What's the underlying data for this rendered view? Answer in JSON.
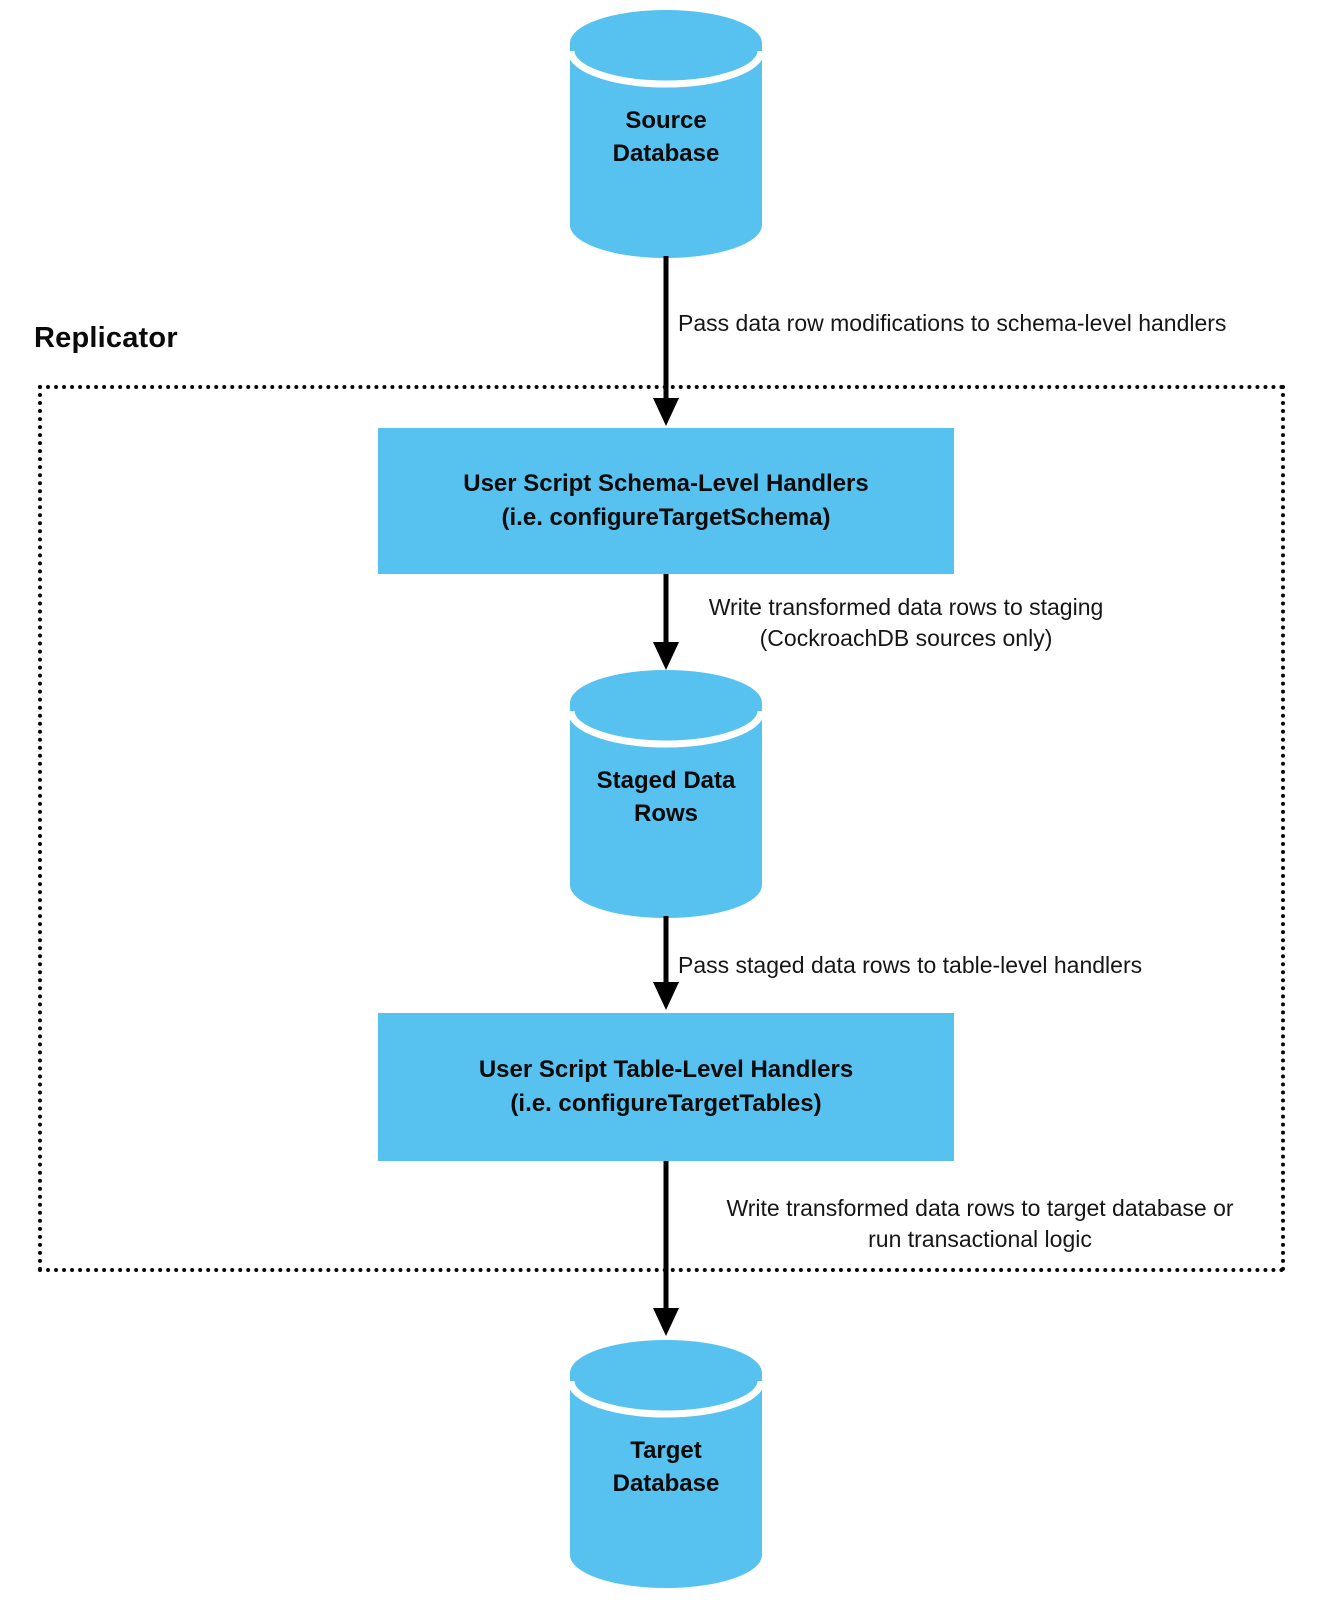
{
  "colors": {
    "node_fill_blue": "#57c2f0",
    "arrow_black": "#000000",
    "border_black": "#0a0a0a",
    "text_dark": "#0b0b0b",
    "background": "#ffffff"
  },
  "replicator_group": {
    "label": "Replicator"
  },
  "nodes": {
    "source_database": {
      "line1": "Source",
      "line2": "Database"
    },
    "schema_handlers": {
      "line1": "User Script Schema-Level Handlers",
      "line2": "(i.e. configureTargetSchema)"
    },
    "staged_data_rows": {
      "line1": "Staged Data",
      "line2": "Rows"
    },
    "table_handlers": {
      "line1": "User Script Table-Level Handlers",
      "line2": "(i.e. configureTargetTables)"
    },
    "target_database": {
      "line1": "Target",
      "line2": "Database"
    }
  },
  "edges": {
    "source_to_schema": {
      "label": "Pass data row modifications to schema-level handlers"
    },
    "schema_to_staged": {
      "line1": "Write transformed data rows to staging",
      "line2": "(CockroachDB sources only)"
    },
    "staged_to_table": {
      "label": "Pass staged data rows to table-level handlers"
    },
    "table_to_target": {
      "line1": "Write transformed data rows to target database or",
      "line2": "run transactional logic"
    }
  }
}
